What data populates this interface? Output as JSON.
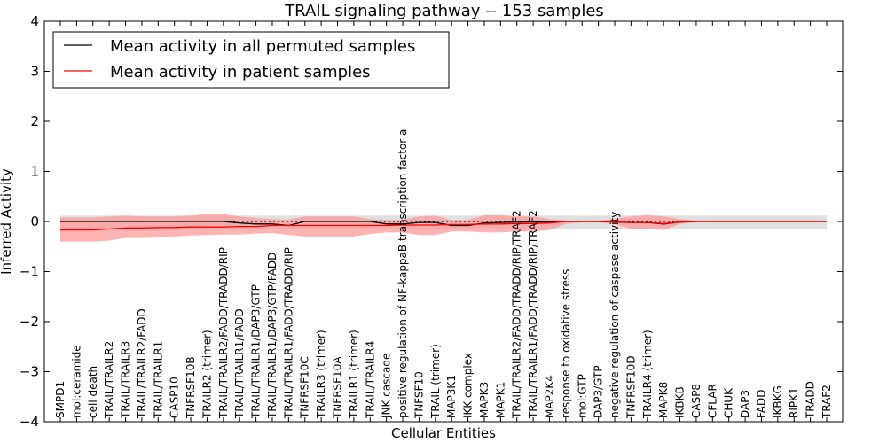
{
  "chart_data": {
    "type": "line",
    "title": "TRAIL signaling pathway -- 153 samples",
    "xlabel": "Cellular Entities",
    "ylabel": "Inferred Activity",
    "ylim": [
      -4,
      4
    ],
    "yticks": [
      "4",
      "3",
      "2",
      "1",
      "0",
      "−1",
      "−2",
      "−3",
      "−4"
    ],
    "yticks_values": [
      4,
      3,
      2,
      1,
      0,
      -1,
      -2,
      -3,
      -4
    ],
    "grid": false,
    "legend_position": "top-left",
    "categories": [
      "SMPD1",
      "mol:ceramide",
      "cell death",
      "TRAIL/TRAILR2",
      "TRAIL/TRAILR3",
      "TRAIL/TRAILR2/FADD",
      "TRAIL/TRAILR1",
      "CASP10",
      "TNFRSF10B",
      "TRAILR2 (trimer)",
      "TRAIL/TRAILR2/FADD/TRADD/RIP",
      "TRAIL/TRAILR1/FADD",
      "TRAIL/TRAILR1/DAP3/GTP",
      "TRAIL/TRAILR1/DAP3/GTP/FADD",
      "TRAIL/TRAILR1/FADD/TRADD/RIP",
      "TNFRSF10C",
      "TRAILR3 (trimer)",
      "TNFRSF10A",
      "TRAILR1 (trimer)",
      "TRAIL/TRAILR4",
      "JNK cascade",
      "positive regulation of NF-kappaB transcription factor a",
      "TNFSF10",
      "TRAIL (trimer)",
      "MAP3K1",
      "IKK complex",
      "MAPK3",
      "MAPK1",
      "TRAIL/TRAILR2/FADD/TRADD/RIP/TRAF2",
      "TRAIL/TRAILR1/FADD/TRADD/RIP/TRAF2",
      "MAP2K4",
      "response to oxidative stress",
      "mol:GTP",
      "DAP3/GTP",
      "negative regulation of caspase activity",
      "TNFRSF10D",
      "TRAILR4 (trimer)",
      "MAPK8",
      "IKBKB",
      "CASP8",
      "CFLAR",
      "CHUK",
      "DAP3",
      "FADD",
      "IKBKG",
      "RIPK1",
      "TRADD",
      "TRAF2"
    ],
    "series": [
      {
        "name": "Mean activity in all permuted samples",
        "color": "#000000",
        "values": [
          0,
          0,
          0,
          0,
          0,
          0,
          0,
          0,
          0,
          0,
          0,
          -0.03,
          -0.05,
          -0.05,
          -0.08,
          0,
          0,
          0,
          0,
          0,
          -0.05,
          -0.05,
          -0.02,
          -0.02,
          -0.08,
          -0.08,
          -0.03,
          -0.02,
          -0.01,
          -0.01,
          -0.01,
          0,
          0,
          0,
          -0.01,
          -0.02,
          -0.02,
          -0.05,
          -0.01,
          0,
          0,
          0,
          0,
          0,
          0,
          0,
          0,
          0
        ],
        "band_low": [
          -0.15,
          -0.15,
          -0.15,
          -0.15,
          -0.15,
          -0.15,
          -0.15,
          -0.15,
          -0.15,
          -0.15,
          -0.15,
          -0.15,
          -0.15,
          -0.15,
          -0.15,
          -0.15,
          -0.15,
          -0.15,
          -0.15,
          -0.15,
          -0.15,
          -0.15,
          -0.15,
          -0.15,
          -0.15,
          -0.15,
          -0.15,
          -0.15,
          -0.15,
          -0.15,
          -0.15,
          -0.15,
          -0.15,
          -0.15,
          -0.15,
          -0.15,
          -0.15,
          -0.15,
          -0.15,
          -0.15,
          -0.15,
          -0.15,
          -0.15,
          -0.15,
          -0.15,
          -0.15,
          -0.15,
          -0.15
        ],
        "band_high": [
          0.12,
          0.12,
          0.12,
          0.12,
          0.12,
          0.12,
          0.12,
          0.12,
          0.12,
          0.12,
          0.12,
          0.12,
          0.12,
          0.12,
          0.12,
          0.12,
          0.12,
          0.12,
          0.12,
          0.12,
          0.12,
          0.12,
          0.12,
          0.12,
          0.12,
          0.12,
          0.12,
          0.12,
          0.12,
          0.12,
          0.12,
          0.12,
          0.12,
          0.12,
          0.12,
          0.12,
          0.12,
          0.12,
          0.12,
          0.12,
          0.12,
          0.12,
          0.12,
          0.12,
          0.12,
          0.12,
          0.12,
          0.12
        ]
      },
      {
        "name": "Mean activity in patient samples",
        "color": "#ff0000",
        "values": [
          -0.17,
          -0.17,
          -0.17,
          -0.15,
          -0.13,
          -0.13,
          -0.12,
          -0.12,
          -0.11,
          -0.11,
          -0.11,
          -0.1,
          -0.1,
          -0.08,
          -0.08,
          -0.08,
          -0.08,
          -0.08,
          -0.08,
          -0.08,
          -0.08,
          -0.07,
          -0.07,
          -0.07,
          -0.06,
          -0.06,
          -0.05,
          -0.05,
          -0.04,
          -0.04,
          -0.03,
          0,
          0,
          0,
          -0.01,
          -0.02,
          -0.02,
          -0.04,
          -0.01,
          0,
          0,
          0,
          0,
          0,
          0,
          0,
          0,
          0
        ],
        "band_low": [
          -0.4,
          -0.4,
          -0.4,
          -0.38,
          -0.33,
          -0.33,
          -0.32,
          -0.3,
          -0.28,
          -0.27,
          -0.26,
          -0.26,
          -0.24,
          -0.23,
          -0.27,
          -0.3,
          -0.3,
          -0.3,
          -0.3,
          -0.25,
          -0.22,
          -0.22,
          -0.27,
          -0.27,
          -0.2,
          -0.2,
          -0.22,
          -0.22,
          -0.2,
          -0.2,
          -0.17,
          -0.05,
          -0.02,
          -0.02,
          -0.05,
          -0.15,
          -0.15,
          -0.17,
          -0.05,
          -0.02,
          -0.02,
          -0.02,
          -0.02,
          -0.02,
          -0.02,
          -0.02,
          -0.02,
          -0.02
        ],
        "band_high": [
          0.08,
          0.08,
          0.08,
          0.1,
          0.12,
          0.1,
          0.1,
          0.1,
          0.12,
          0.15,
          0.15,
          0.1,
          0.07,
          0.05,
          0.04,
          0.1,
          0.1,
          0.1,
          0.1,
          0.05,
          0.03,
          0.03,
          0.1,
          0.12,
          0.03,
          0.03,
          0.13,
          0.13,
          0.1,
          0.1,
          0.05,
          0.02,
          0.02,
          0.02,
          0.05,
          0.1,
          0.13,
          0.1,
          0.05,
          0.02,
          0.02,
          0.02,
          0.02,
          0.02,
          0.02,
          0.02,
          0.02,
          0.02
        ]
      }
    ]
  },
  "colors": {
    "black": "#000000",
    "red": "#ff0000",
    "grey_band": "#cccccc",
    "red_band": "#ff9999"
  }
}
